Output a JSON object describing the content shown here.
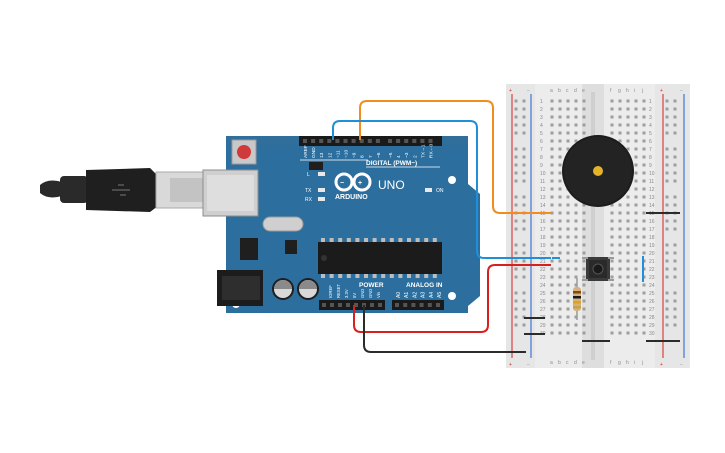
{
  "board": {
    "brand": "ARDUINO",
    "model": "UNO",
    "digital_label": "DIGITAL (PWM~)",
    "analog_label": "ANALOG IN",
    "power_label": "POWER",
    "on_label": "ON",
    "led_labels": [
      "L",
      "TX",
      "RX"
    ],
    "digital_pins": [
      "AREF",
      "GND",
      "13",
      "12",
      "~11",
      "~10",
      "~9",
      "8",
      "7",
      "~6",
      "~5",
      "4",
      "~3",
      "2",
      "TX→1",
      "RX←0"
    ],
    "power_pins": [
      "IOREF",
      "RESET",
      "3.3V",
      "5V",
      "GND",
      "GND",
      "Vin"
    ],
    "analog_pins": [
      "A0",
      "A1",
      "A2",
      "A3",
      "A4",
      "A5"
    ]
  },
  "breadboard": {
    "columns_left": [
      "a",
      "b",
      "c",
      "d",
      "e"
    ],
    "columns_right": [
      "f",
      "g",
      "h",
      "i",
      "j"
    ],
    "rows": 30,
    "rail_plus": "+",
    "rail_minus": "−"
  },
  "wires": [
    {
      "name": "orange",
      "color": "#f28c1e"
    },
    {
      "name": "blue",
      "color": "#1f90d8"
    },
    {
      "name": "red",
      "color": "#d8201f"
    },
    {
      "name": "black",
      "color": "#2b2b2b"
    }
  ],
  "colors": {
    "board": "#2c6f9e",
    "board_dark": "#245e87",
    "breadboard": "#e6e6e6"
  }
}
